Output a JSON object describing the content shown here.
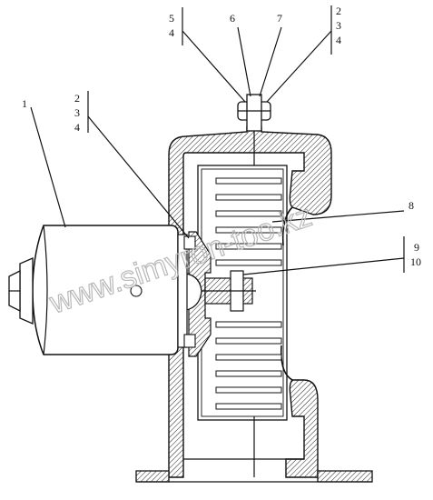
{
  "callouts": {
    "c1": "1",
    "c234_left": [
      "2",
      "3",
      "4"
    ],
    "c54": [
      "5",
      "4"
    ],
    "c6": "6",
    "c7": "7",
    "c234_right": [
      "2",
      "3",
      "4"
    ],
    "c8": "8",
    "c910": [
      "9",
      "10"
    ]
  },
  "watermark": "www.simyron-too.kz"
}
